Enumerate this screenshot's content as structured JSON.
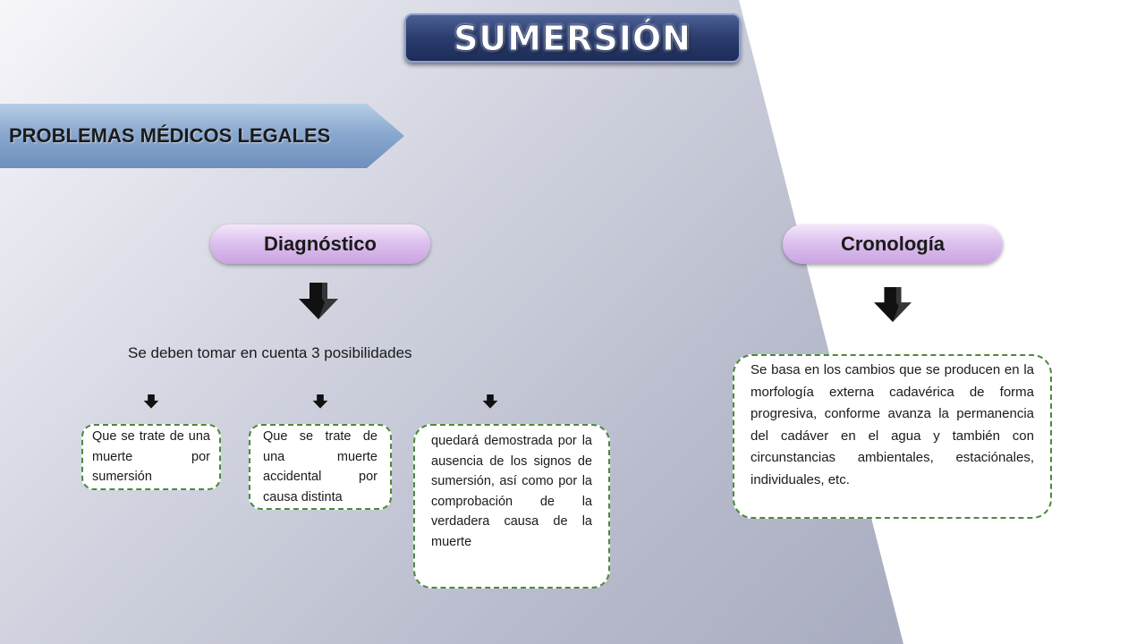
{
  "title": "SUMERSIÓN",
  "banner": "PROBLEMAS MÉDICOS LEGALES",
  "diagnostico": {
    "label": "Diagnóstico",
    "intro": "Se deben tomar en cuenta 3 posibilidades",
    "options": [
      "Que se trate de una muerte por sumersión",
      "Que se trate de una muerte accidental por causa distinta",
      "quedará demostrada por la ausencia de los signos de sumersión, así como por la comprobación de la verdadera causa de la muerte"
    ]
  },
  "cronologia": {
    "label": "Cronología",
    "text": "Se basa en los cambios que se producen en la morfología externa cadavérica de forma progresiva, conforme avanza la permanencia del cadáver en el agua y también con circunstancias ambientales, estaciónales, individuales, etc."
  },
  "colors": {
    "title_fill": "#2b3c6e",
    "pill_fill": "#ddc1ee",
    "banner_fill": "#8ba9cf",
    "dash_border": "#4a8a3a"
  }
}
